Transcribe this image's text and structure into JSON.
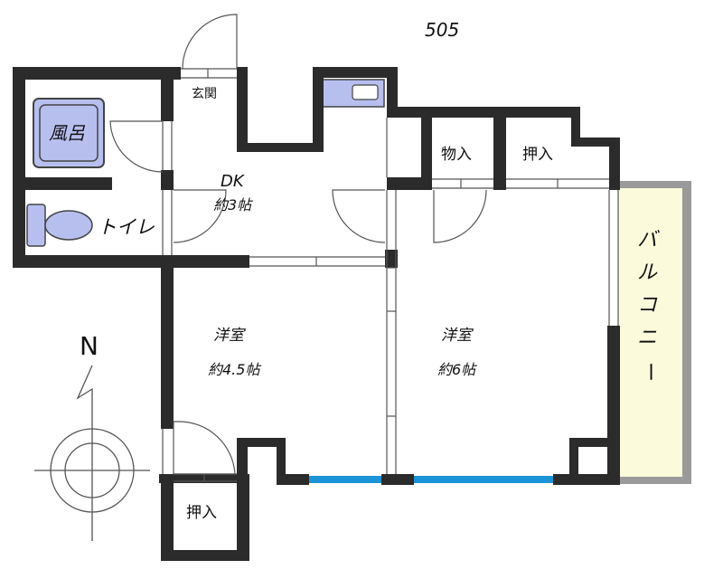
{
  "unit_number": "505",
  "rooms": {
    "entrance": "玄関",
    "bath": "風呂",
    "toilet": "トイレ",
    "dk_name": "DK",
    "dk_size": "約3帖",
    "storage": "物入",
    "closet_upper": "押入",
    "western_small_name": "洋室",
    "western_small_size": "約4.5帖",
    "western_large_name": "洋室",
    "western_large_size": "約6帖",
    "closet_lower": "押入",
    "balcony": [
      "バ",
      "ル",
      "コ",
      "ニ",
      "ー"
    ]
  },
  "compass_label": "N",
  "colors": {
    "wall": "#2b2b2b",
    "bath_fill": "#b7bfef",
    "fixture_fill": "#b7bfef",
    "balcony_fill": "#fbfbdc",
    "balcony_rail": "#9a9a9a",
    "window_blue": "#1a94d6"
  }
}
